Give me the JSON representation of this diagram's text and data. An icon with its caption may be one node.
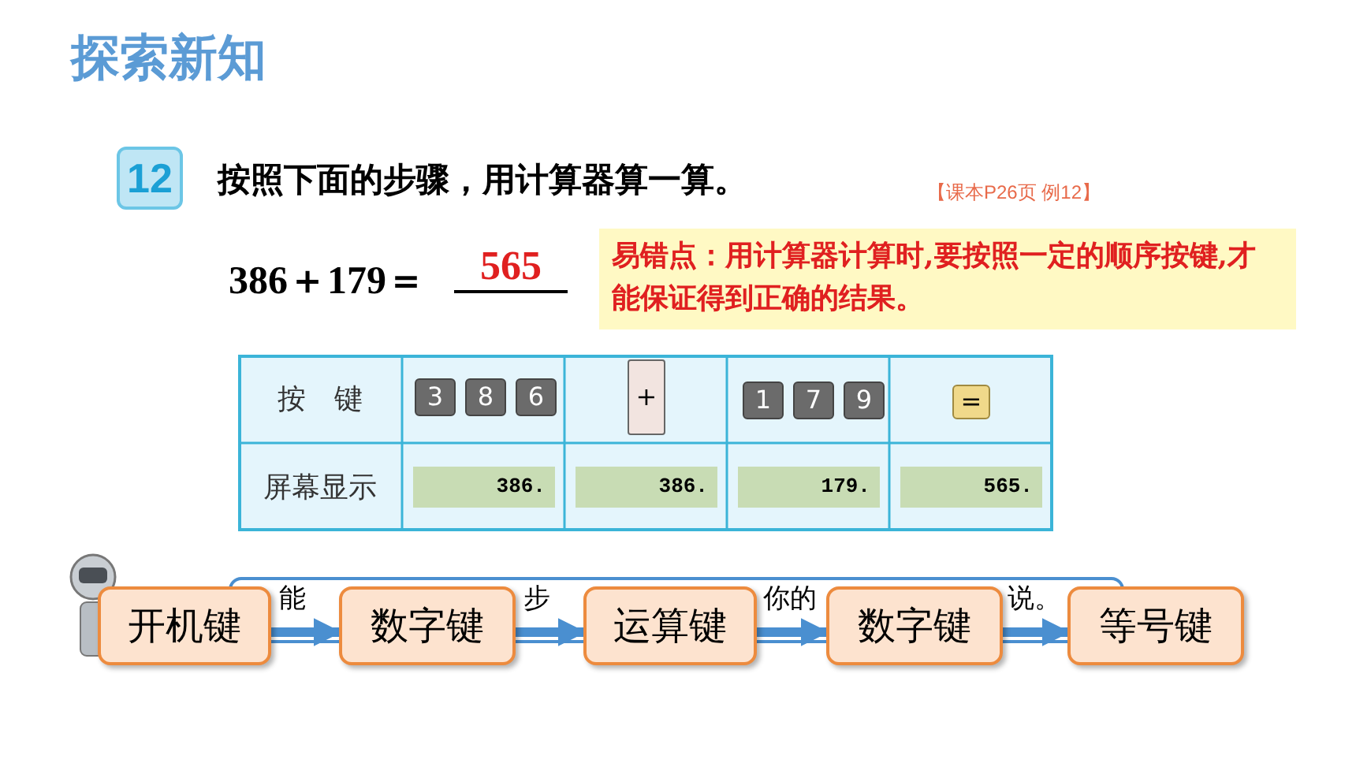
{
  "diagram": {
    "title": "探索新知",
    "nodes": [
      {
        "text": [
          "开机键"
        ]
      },
      {
        "text": [
          "数字键"
        ]
      },
      {
        "text": [
          "运算键"
        ]
      },
      {
        "text": [
          "数字键"
        ]
      },
      {
        "text": [
          "等号键"
        ]
      }
    ],
    "edges": [
      {
        "from": 0,
        "to": 1,
        "arrow": "to"
      },
      {
        "from": 1,
        "to": 2,
        "arrow": "to"
      },
      {
        "from": 2,
        "to": 3,
        "arrow": "to"
      },
      {
        "from": 3,
        "to": 4,
        "arrow": "to"
      }
    ],
    "labels": [
      "12",
      "按照下面的步骤，用计算器算一算。",
      "【课本P26页 例12】",
      "386＋179＝",
      "565",
      "易错点：用计算器计算时,要按照一定的顺序按键,才能保证得到正确的结果。",
      "按　键",
      "3",
      "8",
      "6",
      "+",
      "1",
      "7",
      "9",
      "=",
      "屏幕显示",
      "386.",
      "386.",
      "179.",
      "565.",
      "能",
      "步",
      "你的",
      "说。"
    ]
  }
}
